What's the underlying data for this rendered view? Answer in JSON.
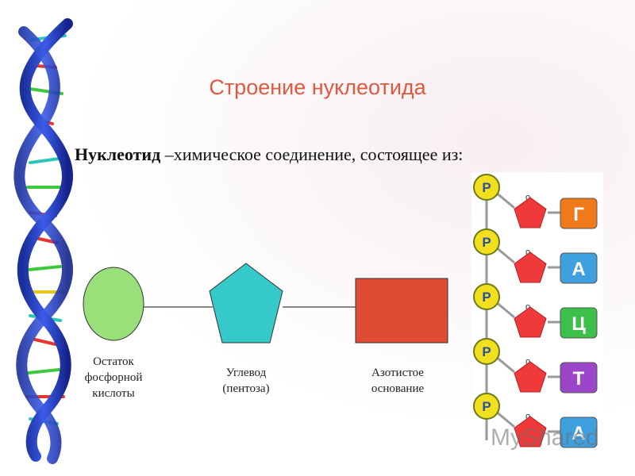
{
  "title": "Строение нуклеотида",
  "definition": {
    "term": "Нуклеотид",
    "text": " –химическое соединение, состоящее из:"
  },
  "components": [
    {
      "id": "phosphate",
      "shape": "ellipse",
      "color": "#99e07a",
      "label_lines": [
        "Остаток",
        "фосфорной",
        "кислоты"
      ]
    },
    {
      "id": "sugar",
      "shape": "pentagon",
      "color": "#36c9c9",
      "label_lines": [
        "Углевод",
        "(пентоза)"
      ]
    },
    {
      "id": "base",
      "shape": "rectangle",
      "color": "#e04b34",
      "label_lines": [
        "Азотистое",
        "основание"
      ]
    }
  ],
  "chain": {
    "phosphate_letter": "P",
    "bases": [
      "Г",
      "А",
      "Ц",
      "Т",
      "А"
    ],
    "base_colors": [
      "#f07a1a",
      "#3fa0e0",
      "#3cc04a",
      "#9b45c9",
      "#3fa0e0"
    ],
    "phosphate_color": "#f2e01e",
    "sugar_color": "#f0393a"
  },
  "watermark": "MyShared"
}
